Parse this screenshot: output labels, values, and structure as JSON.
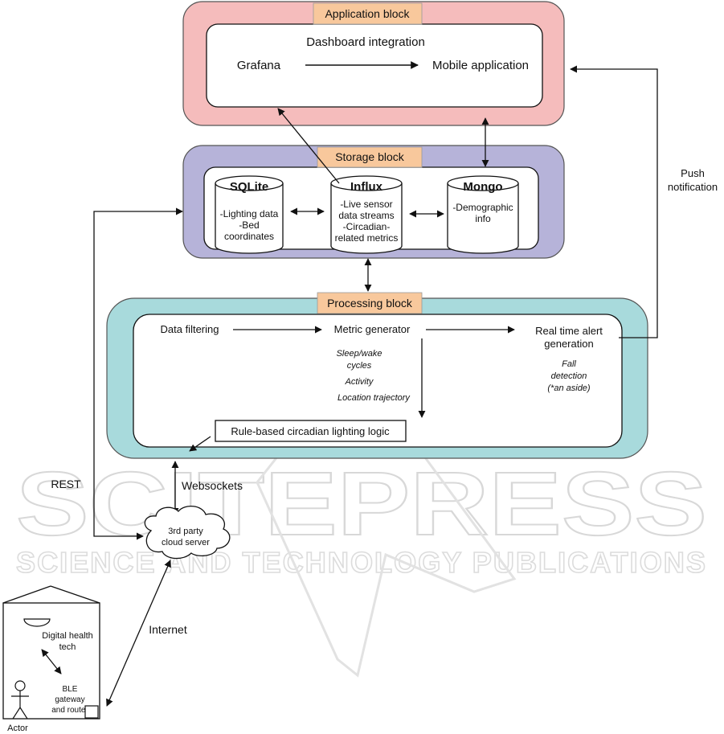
{
  "colors": {
    "application_block": "#f5bcbc",
    "storage_block": "#b6b3d9",
    "processing_block": "#a8dadc",
    "block_tab": "#f8c89c",
    "line": "#111111"
  },
  "watermark": {
    "line1": "SCITEPRESS",
    "line2": "SCIENCE AND TECHNOLOGY PUBLICATIONS"
  },
  "application_block": {
    "title": "Application block",
    "heading": "Dashboard integration",
    "grafana": "Grafana",
    "mobile_app": "Mobile application"
  },
  "storage_block": {
    "title": "Storage block",
    "sqlite": {
      "name": "SQLite",
      "lines": [
        "-Lighting data",
        "-Bed",
        "coordinates"
      ]
    },
    "influx": {
      "name": "Influx",
      "lines": [
        "-Live sensor",
        "data streams",
        "-Circadian-",
        "related metrics"
      ]
    },
    "mongo": {
      "name": "Mongo",
      "lines": [
        "-Demographic",
        "info"
      ]
    }
  },
  "processing_block": {
    "title": "Processing block",
    "data_filtering": "Data filtering",
    "metric_generator": "Metric generator",
    "alert": [
      "Real time alert",
      "generation"
    ],
    "metrics": [
      "Sleep/wake",
      "cycles",
      "Activity",
      "Location trajectory"
    ],
    "fall": [
      "Fall",
      "detection",
      "(*an aside)"
    ],
    "rule_logic": "Rule-based circadian lighting logic"
  },
  "labels": {
    "push": [
      "Push",
      "notification"
    ],
    "rest": "REST",
    "websockets": "Websockets",
    "internet": "Internet"
  },
  "cloud": [
    "3rd party",
    "cloud server"
  ],
  "home": {
    "digital_health": [
      "Digital health",
      "tech"
    ],
    "ble": [
      "BLE",
      "gateway",
      "and router"
    ],
    "actor": "Actor"
  }
}
